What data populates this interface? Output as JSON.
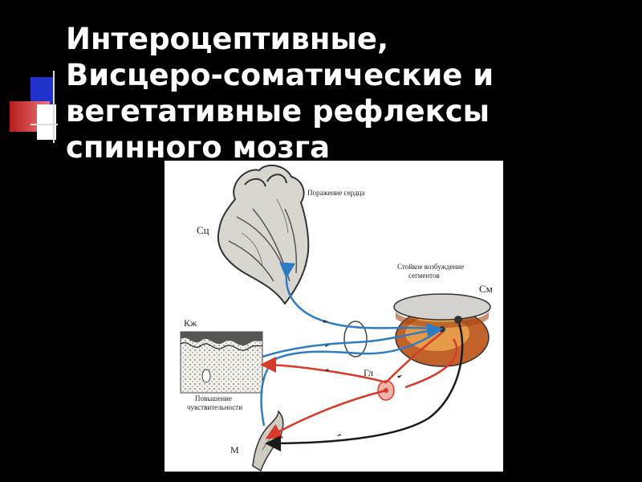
{
  "slide": {
    "title_lines": [
      "Интероцептивные,",
      "Висцеро-соматические и",
      "вегетативные рефлексы",
      "спинного мозга"
    ],
    "colors": {
      "background": "#000000",
      "title": "#ffffff",
      "afferent": "#2e7cc4",
      "efferent": "#d63a2a",
      "motor": "#1a1a1a"
    }
  },
  "diagram": {
    "labels": {
      "heart": "Сц",
      "heart_caption": "Поражение сердца",
      "spinal_cord": "См",
      "spinal_caption_1": "Стойкое возбуждение",
      "spinal_caption_2": "сегментов",
      "skin": "Кж",
      "skin_caption_1": "Повышение",
      "skin_caption_2": "чувствительности",
      "ganglion": "Гл",
      "muscle": "М"
    }
  }
}
